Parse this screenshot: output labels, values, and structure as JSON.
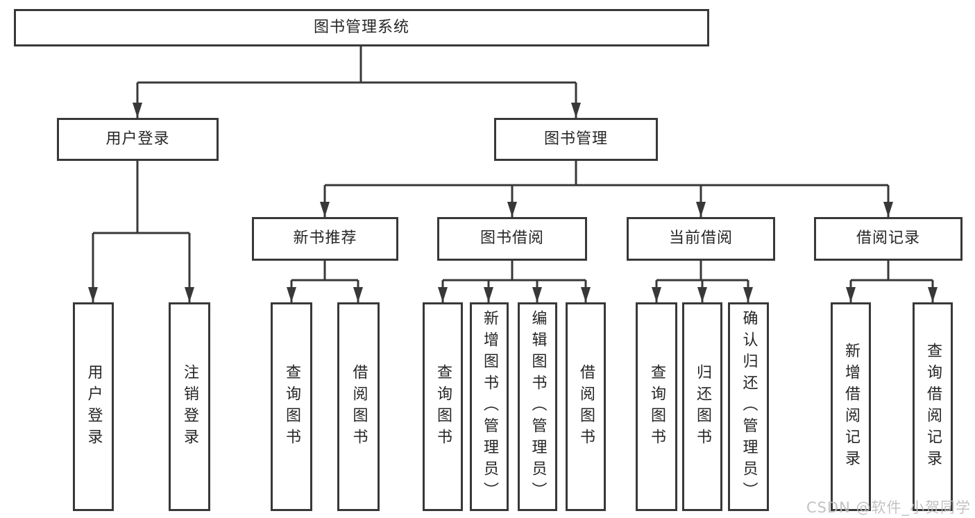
{
  "colors": {
    "page-bg": "#ffffff",
    "line": "#383838",
    "box-border": "#383838",
    "text": "#262626",
    "watermark": "#bdbdbd"
  },
  "tree": {
    "label": "图书管理系统",
    "children": [
      {
        "label": "用户登录",
        "children": [
          {
            "label": "用户登录"
          },
          {
            "label": "注销登录"
          }
        ]
      },
      {
        "label": "图书管理",
        "children": [
          {
            "label": "新书推荐",
            "children": [
              {
                "label": "查询图书"
              },
              {
                "label": "借阅图书"
              }
            ]
          },
          {
            "label": "图书借阅",
            "children": [
              {
                "label": "查询图书"
              },
              {
                "label": "新增图书（管理员）"
              },
              {
                "label": "编辑图书（管理员）"
              },
              {
                "label": "借阅图书"
              }
            ]
          },
          {
            "label": "当前借阅",
            "children": [
              {
                "label": "查询图书"
              },
              {
                "label": "归还图书"
              },
              {
                "label": "确认归还（管理员）"
              }
            ]
          },
          {
            "label": "借阅记录",
            "children": [
              {
                "label": "新增借阅记录"
              },
              {
                "label": "查询借阅记录"
              }
            ]
          }
        ]
      }
    ]
  },
  "watermark": {
    "text": "CSDN @软件_小贺同学"
  }
}
